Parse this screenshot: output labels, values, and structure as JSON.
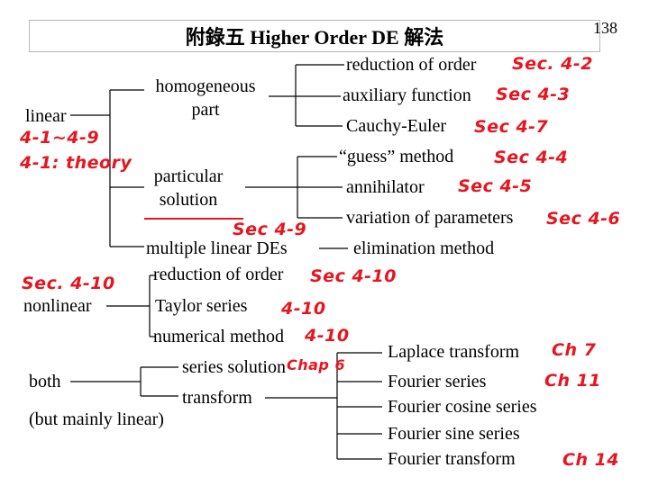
{
  "title": "附錄五 Higher Order DE 解法",
  "page_number": "138",
  "categories": {
    "linear": "linear",
    "nonlinear": "nonlinear",
    "both": "both",
    "both_note": "(but mainly linear)"
  },
  "linear": {
    "homogeneous_line1": "homogeneous",
    "homogeneous_line2": "part",
    "homogeneous_methods": [
      "reduction of order",
      "auxiliary function",
      "Cauchy-Euler"
    ],
    "particular_line1": "particular",
    "particular_line2": "solution",
    "particular_methods": [
      "“guess” method",
      "annihilator",
      "variation of parameters"
    ],
    "multiple_des": "multiple linear DEs",
    "multiple_method": "elimination method"
  },
  "nonlinear": {
    "methods": [
      "reduction of order",
      "Taylor series",
      "numerical method"
    ]
  },
  "both": {
    "series_solution": "series solution",
    "transform": "transform",
    "transforms": [
      "Laplace transform",
      "Fourier series",
      "Fourier cosine series",
      "Fourier sine series",
      "Fourier transform"
    ]
  },
  "annotations": {
    "linear_sections": "4-1~4-9",
    "linear_theory": "4-1: theory",
    "reduction_of_order": "Sec. 4-2",
    "auxiliary_function": "Sec 4-3",
    "cauchy_euler": "Sec 4-7",
    "guess_method": "Sec 4-4",
    "annihilator": "Sec 4-5",
    "variation_of_parameters": "Sec 4-6",
    "multiple_linear_des": "Sec 4-9",
    "nonlinear": "Sec. 4-10",
    "nonlinear_reduction": "Sec 4-10",
    "taylor_series": "4-10",
    "numerical_method": "4-10",
    "series_solution": "Chap 6",
    "laplace_transform": "Ch 7",
    "fourier_series": "Ch 11",
    "fourier_transform": "Ch 14"
  },
  "colors": {
    "annotation": "#e8141e",
    "text": "#000000",
    "title_border": "#b8b8b8"
  }
}
